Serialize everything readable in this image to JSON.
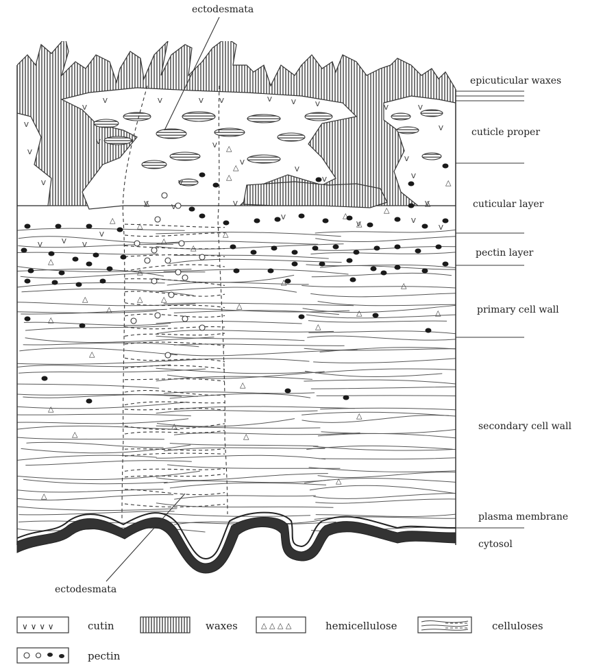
{
  "labels": {
    "ectodesmata_top": "ectodesmata",
    "ectodesmata_bottom": "ectodesmata",
    "layers": [
      "epicuticular waxes",
      "cuticle proper",
      "cuticular layer",
      "pectin layer",
      "primary cell wall",
      "secondary cell wall",
      "plasma membrane",
      "cytosol"
    ]
  },
  "legend": [
    {
      "key": "cutin",
      "label": "cutin"
    },
    {
      "key": "waxes",
      "label": "waxes"
    },
    {
      "key": "hemicellulose",
      "label": "hemicellulose"
    },
    {
      "key": "celluloses",
      "label": "celluloses"
    },
    {
      "key": "pectin",
      "label": "pectin"
    }
  ]
}
